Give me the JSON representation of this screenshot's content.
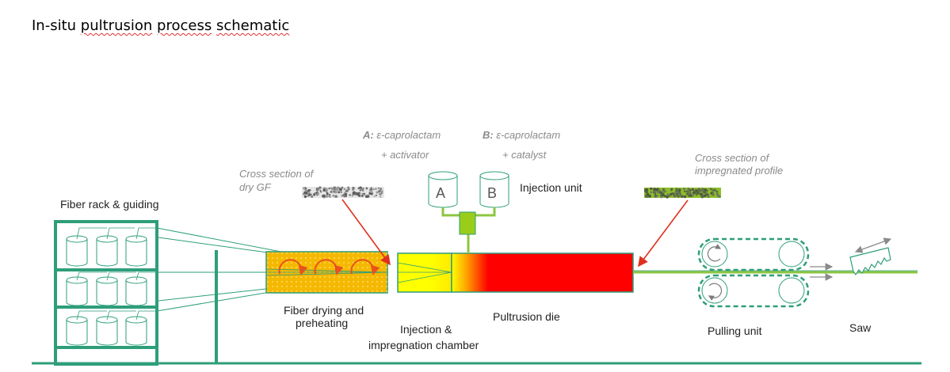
{
  "title": {
    "prefix": "In-situ ",
    "word1": "pultrusion",
    "space1": " ",
    "word2": "process",
    "space2": " ",
    "word3": "schematic"
  },
  "labels": {
    "fiber_rack": "Fiber rack & guiding",
    "fiber_drying_1": "Fiber drying and",
    "fiber_drying_2": "preheating",
    "injection_1": "Injection &",
    "injection_2": "impregnation chamber",
    "pultrusion_die": "Pultrusion die",
    "pulling_unit": "Pulling unit",
    "saw": "Saw",
    "injection_unit": "Injection unit"
  },
  "tanks": {
    "a_letter": "A",
    "b_letter": "B"
  },
  "annotations": {
    "a_prefix": "A:",
    "a_line1": " ε-caprolactam",
    "a_line2": "+ activator",
    "b_prefix": "B:",
    "b_line1": " ε-caprolactam",
    "b_line2": "+ catalyst",
    "dry_1": "Cross section of",
    "dry_2": "dry GF",
    "impreg_1": "Cross section of",
    "impreg_2": "impregnated profile"
  },
  "colors": {
    "machine_green": "#2e9e7a",
    "fiber_green": "#8cc63f",
    "arrow_red": "#e0301e",
    "heater_orange": "#f5b800",
    "die_red": "#ff0000",
    "chamber_yellow": "#ffff00",
    "mixer_green": "#9acd1a"
  },
  "icons": {
    "pulling_rotation": "rotation-arrow-icon",
    "heater_flow": "curved-arrow-icon",
    "saw_blade": "saw-blade-icon"
  }
}
